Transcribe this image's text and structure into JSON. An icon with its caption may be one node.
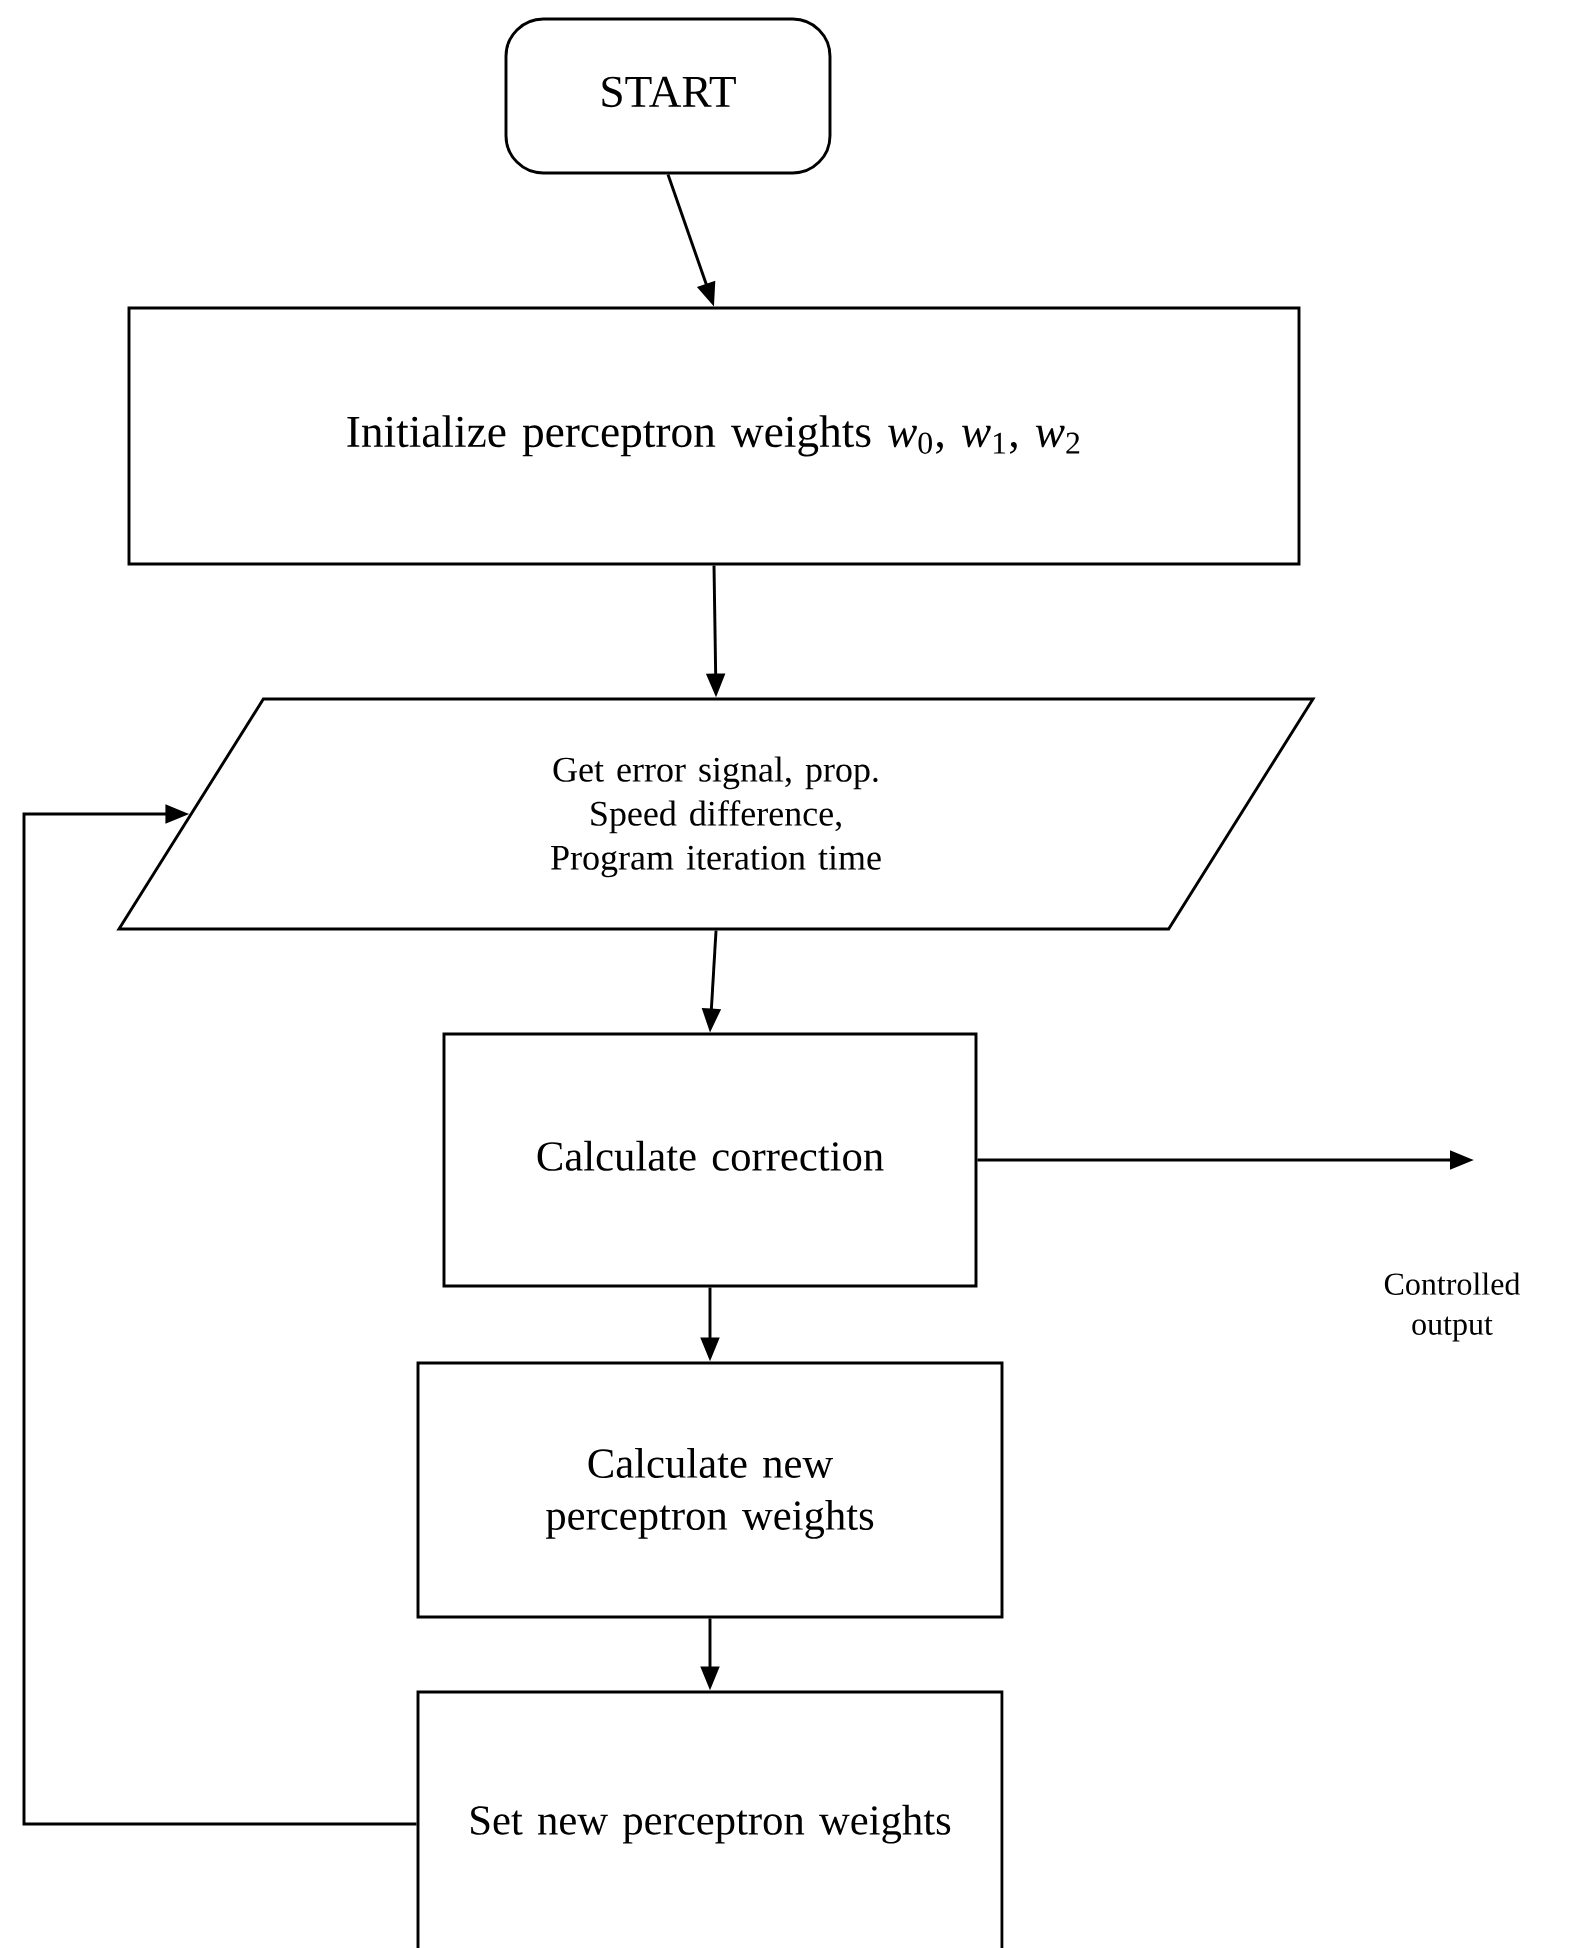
{
  "diagram": {
    "nodes": [
      {
        "text": [
          "START"
        ]
      },
      {
        "text": [
          "Initialize perceptron weights *w*$_{0}$, *w*$_{1}$, *w*$_{2}$"
        ]
      },
      {
        "text": [
          "Get error signal, prop. Speed difference, Program iteration time"
        ]
      },
      {
        "text": [
          "Calculate correction"
        ]
      },
      {
        "text": [
          "Calculate new perceptron weights"
        ]
      },
      {
        "text": [
          "Set new perceptron weights"
        ]
      },
      {
        "text": [
          "Controlled output"
        ]
      }
    ],
    "edges": [
      {
        "from": 0,
        "to": 1,
        "arrow": "to"
      },
      {
        "from": 1,
        "to": 2,
        "arrow": "to"
      },
      {
        "from": 2,
        "to": 3,
        "arrow": "to"
      },
      {
        "from": 3,
        "to": 4,
        "arrow": "to"
      },
      {
        "from": 4,
        "to": 5,
        "arrow": "to"
      },
      {
        "from": 5,
        "to": 2,
        "arrow": "to"
      },
      {
        "from": 3,
        "to": 6,
        "arrow": "to"
      }
    ]
  }
}
